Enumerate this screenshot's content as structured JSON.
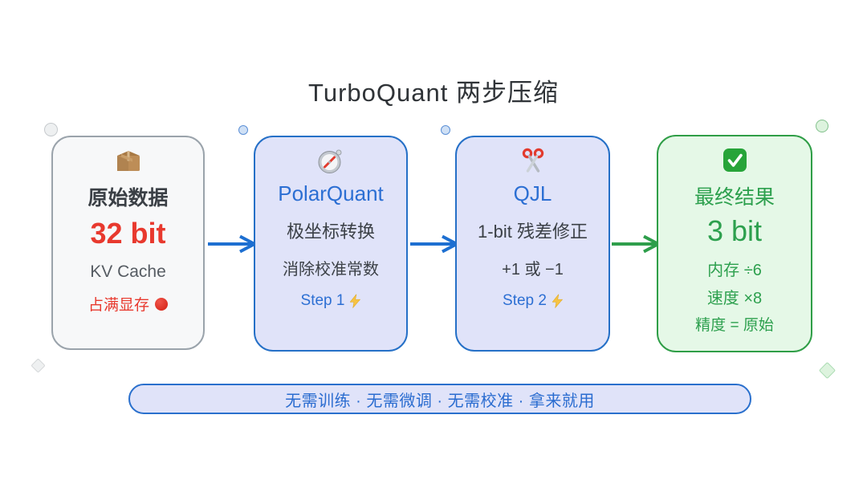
{
  "title": "TurboQuant 两步压缩",
  "colors": {
    "blue": "#2c6fd3",
    "green": "#2da04e",
    "red": "#e8392e",
    "card_gray_bg": "#f7f8f9",
    "card_lavender_bg": "#e0e3f9",
    "card_green_bg": "#e5f8e7",
    "border_gray": "#9aa3ab",
    "border_blue": "#2570c7",
    "border_green": "#2f9e47"
  },
  "card1": {
    "icon": "package-icon",
    "title": "原始数据",
    "value": "32 bit",
    "line1": "KV Cache",
    "line2": "占满显存",
    "status_icon": "red-circle-icon"
  },
  "card2": {
    "icon": "compass-icon",
    "name": "PolarQuant",
    "line1": "极坐标转换",
    "line2": "消除校准常数",
    "step": "Step 1",
    "step_icon": "lightning-icon"
  },
  "card3": {
    "icon": "scissors-icon",
    "name": "QJL",
    "line1": "1-bit 残差修正",
    "line2": "+1 或 −1",
    "step": "Step 2",
    "step_icon": "lightning-icon"
  },
  "card4": {
    "icon": "check-icon",
    "title": "最终结果",
    "value": "3 bit",
    "line1": "内存 ÷6",
    "line2": "速度 ×8",
    "line3": "精度 = 原始"
  },
  "footer": "无需训练 · 无需微调 · 无需校准 · 拿来就用"
}
